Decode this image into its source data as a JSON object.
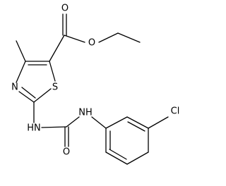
{
  "atoms": {
    "o_carbonyl_ester": "O",
    "o_ether": "O",
    "n_thiazole": "N",
    "s_thiazole": "S",
    "nh_left": "HN",
    "nh_right": "NH",
    "o_urea": "O",
    "cl": "Cl"
  }
}
